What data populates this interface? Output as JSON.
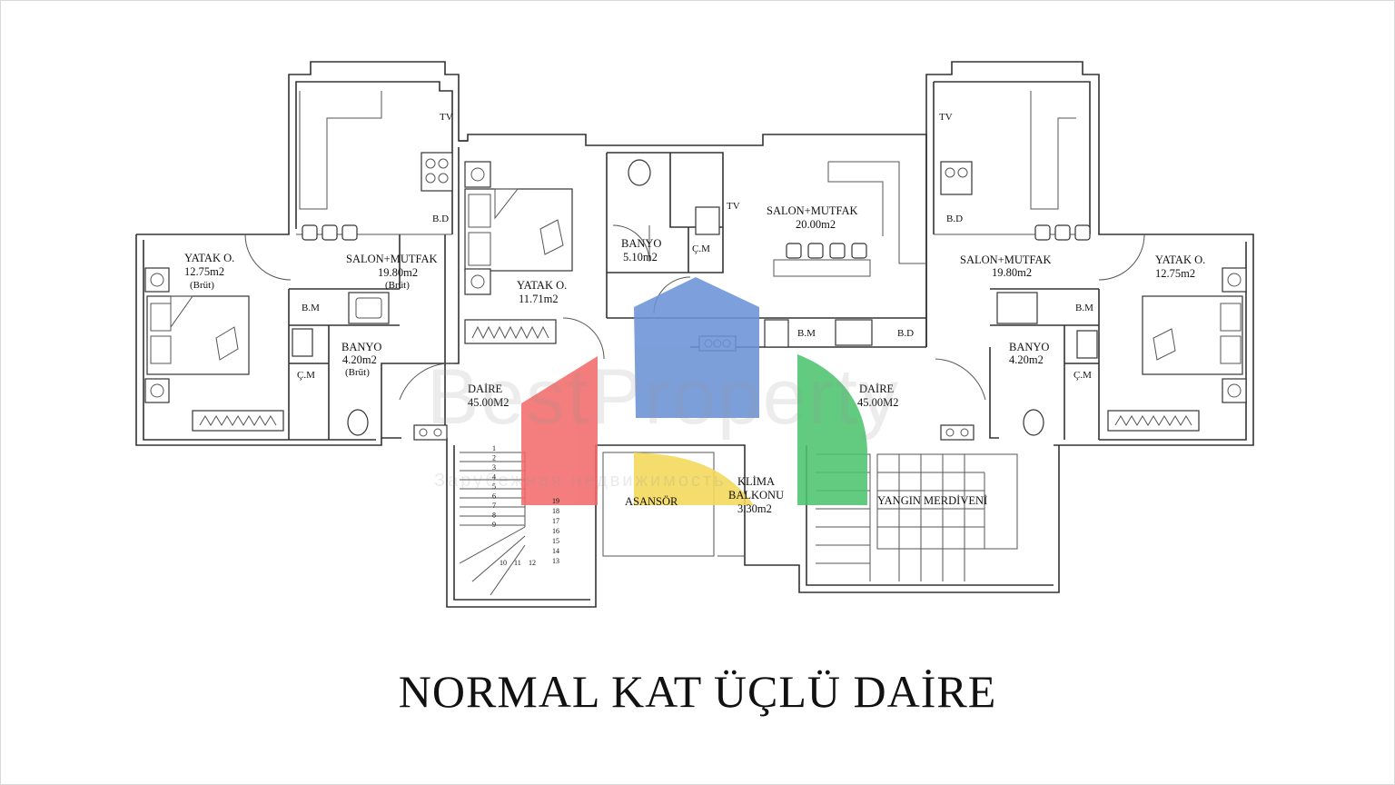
{
  "title": "NORMAL KAT ÜÇLÜ DAİRE",
  "watermark": {
    "brand": "BestProperty",
    "tagline": "Зарубежная недвижимость",
    "colors": {
      "red": "#f26b6b",
      "blue": "#6b92d6",
      "green": "#4cc46e",
      "yellow": "#f3d85a"
    }
  },
  "left_unit": {
    "bedroom_name": "YATAK O.",
    "bedroom_area": "12.75m2",
    "bedroom_note": "(Brüt)",
    "living_name": "SALON+MUTFAK",
    "living_area": "19.80m2",
    "living_note": "(Brüt)",
    "bath_name": "BANYO",
    "bath_area": "4.20m2",
    "bath_note": "(Brüt)",
    "tv": "TV",
    "bd": "B.D",
    "bm": "B.M",
    "cm": "Ç.M",
    "unit_name": "DAİRE",
    "unit_area": "45.00M2"
  },
  "middle_unit": {
    "bedroom_name": "YATAK O.",
    "bedroom_area": "11.71m2",
    "bath_name": "BANYO",
    "bath_area": "5.10m2",
    "cm": "Ç.M",
    "tv": "TV",
    "living_name": "SALON+MUTFAK",
    "living_area": "20.00m2",
    "bm": "B.M",
    "bd": "B.D",
    "unit_name": "DAİRE",
    "unit_area": "45.00M2"
  },
  "right_unit": {
    "tv": "TV",
    "bd": "B.D",
    "bm": "B.M",
    "cm": "Ç.M",
    "living_name": "SALON+MUTFAK",
    "living_area": "19.80m2",
    "bedroom_name": "YATAK O.",
    "bedroom_area": "12.75m2",
    "bath_name": "BANYO",
    "bath_area": "4.20m2"
  },
  "core": {
    "elevator": "ASANSÖR",
    "klima_line1": "KLİMA",
    "klima_line2": "BALKONU",
    "klima_area": "3.30m2",
    "fire_stairs": "YANGIN MERDİVENİ",
    "stair_numbers": [
      "1",
      "2",
      "3",
      "4",
      "5",
      "6",
      "7",
      "8",
      "9",
      "10",
      "11",
      "12",
      "13",
      "14",
      "15",
      "16",
      "17",
      "18",
      "19"
    ]
  }
}
